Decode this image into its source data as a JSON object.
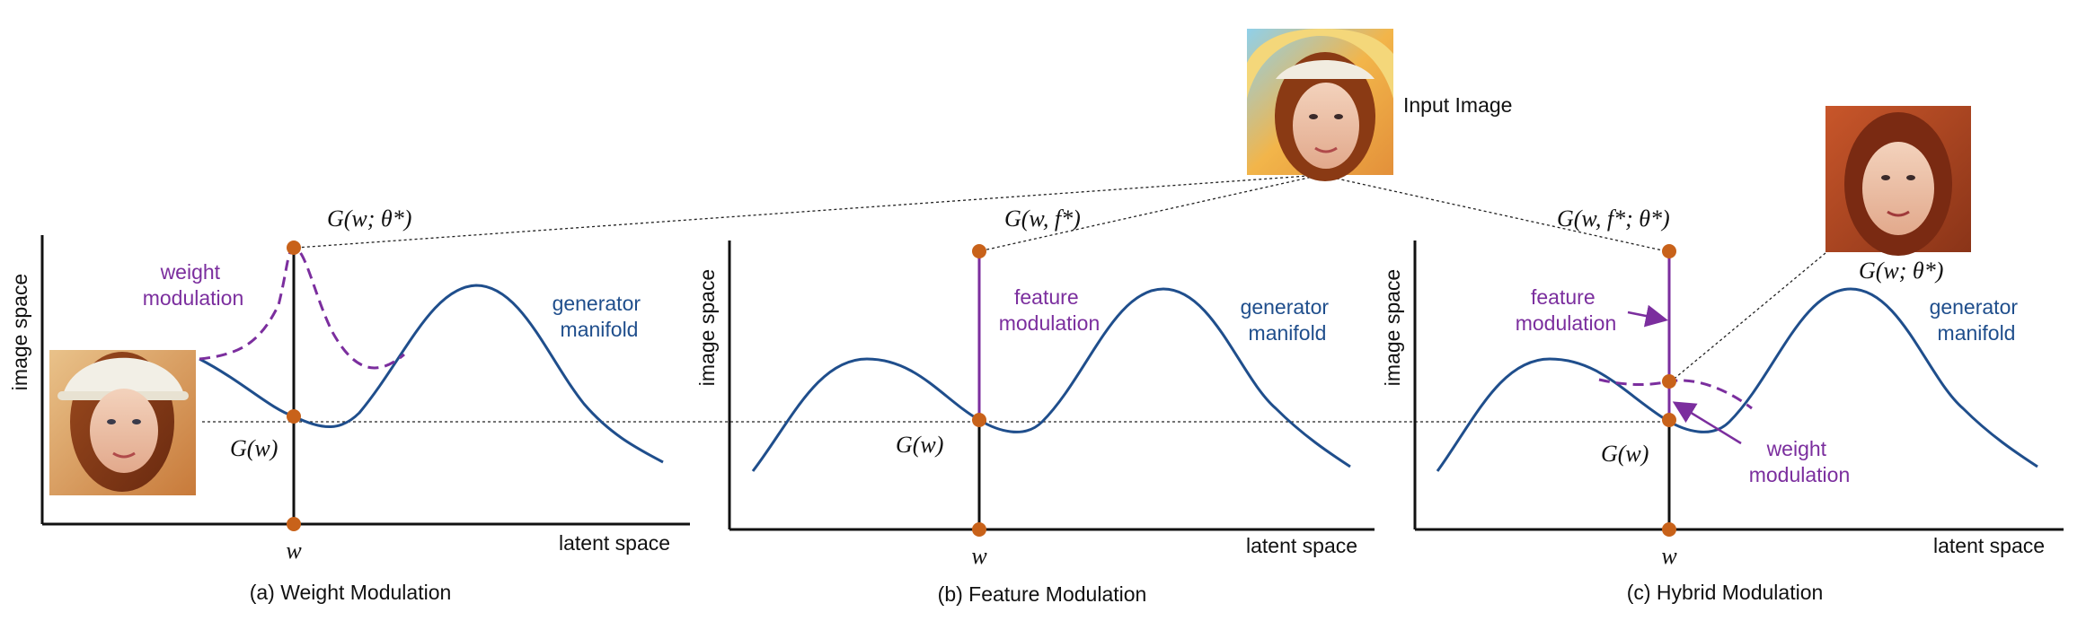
{
  "input_label": "Input Image",
  "colors": {
    "manifold": "#1f4e8c",
    "modulation": "#7b2e9e",
    "point": "#c8621a",
    "axis": "#111111"
  },
  "panels": [
    {
      "caption": "(a) Weight Modulation",
      "y_axis": "image space",
      "x_axis": "latent space",
      "w_label": "w",
      "gw_label": "G(w)",
      "top_label": "G(w; θ*)",
      "manifold_label": [
        "generator",
        "manifold"
      ],
      "modulation_label": [
        "weight",
        "modulation"
      ]
    },
    {
      "caption": "(b) Feature Modulation",
      "y_axis": "image space",
      "x_axis": "latent space",
      "w_label": "w",
      "gw_label": "G(w)",
      "top_label": "G(w, f*)",
      "manifold_label": [
        "generator",
        "manifold"
      ],
      "modulation_label": [
        "feature",
        "modulation"
      ]
    },
    {
      "caption": "(c) Hybrid Modulation",
      "y_axis": "image space",
      "x_axis": "latent space",
      "w_label": "w",
      "gw_label": "G(w)",
      "top_label": "G(w, f*; θ*)",
      "side_label": "G(w; θ*)",
      "manifold_label": [
        "generator",
        "manifold"
      ],
      "modulation_label": [
        "feature",
        "modulation"
      ],
      "modulation_label_2": [
        "weight",
        "modulation"
      ]
    }
  ],
  "images": [
    {
      "name": "input-portrait-image",
      "role": "input"
    },
    {
      "name": "output-portrait-image-a",
      "role": "output"
    },
    {
      "name": "output-portrait-image-c",
      "role": "output"
    }
  ]
}
